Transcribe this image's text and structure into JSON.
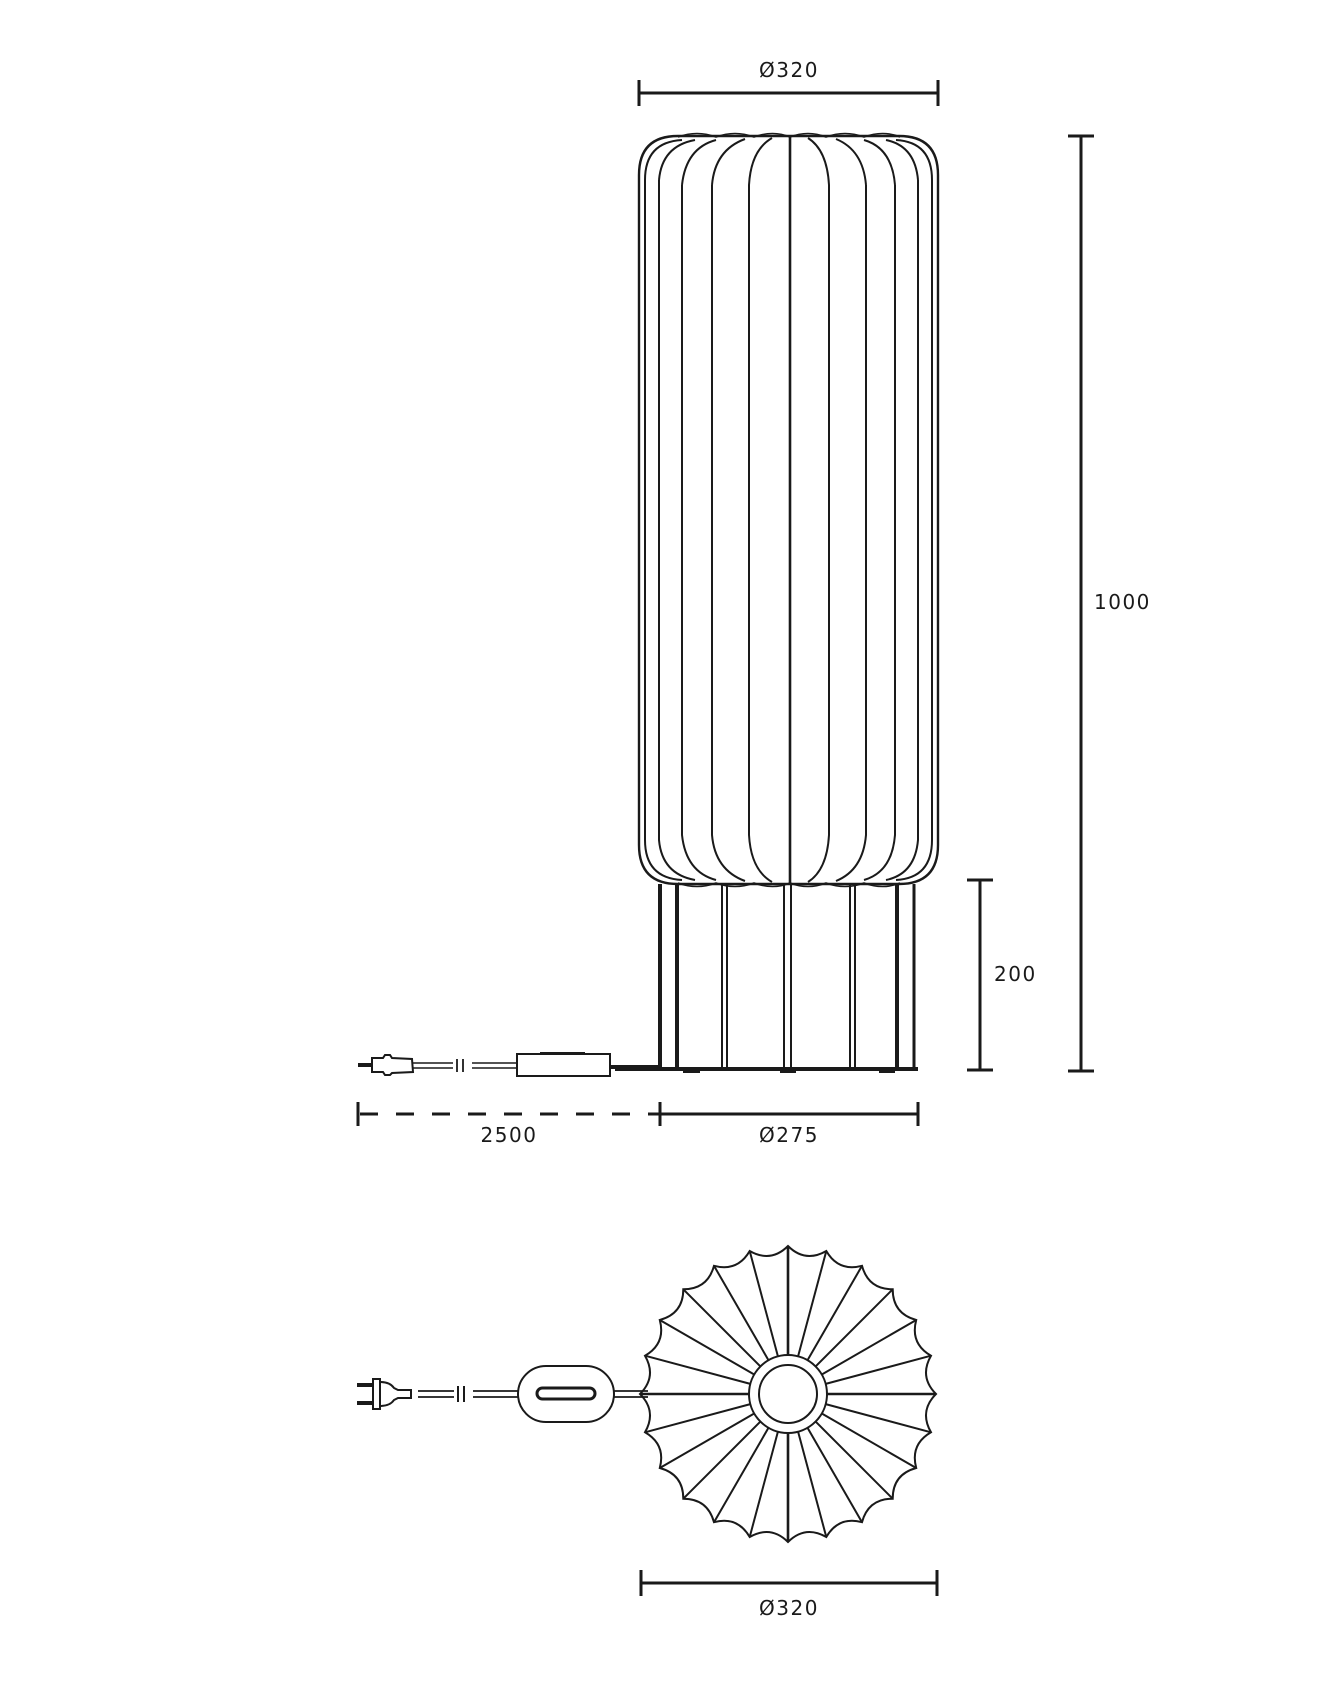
{
  "drawing": {
    "type": "technical-dimension-drawing",
    "subject": "floor lamp with pleated cylindrical shade, front and top views",
    "line_color": "#1a1a1a",
    "background": "#ffffff"
  },
  "front_view": {
    "dimensions": {
      "shade_diameter": "Ø320",
      "total_height": "1000",
      "base_height": "200",
      "cable_length": "2500",
      "base_diameter": "Ø275"
    },
    "components": [
      "pleated-shade",
      "base-cage",
      "cable",
      "inline-switch",
      "plug"
    ]
  },
  "top_view": {
    "dimensions": {
      "shade_diameter": "Ø320"
    },
    "components": [
      "pleated-shade-top",
      "center-ring",
      "cable",
      "foot-switch",
      "plug"
    ],
    "pleat_count": 24
  }
}
